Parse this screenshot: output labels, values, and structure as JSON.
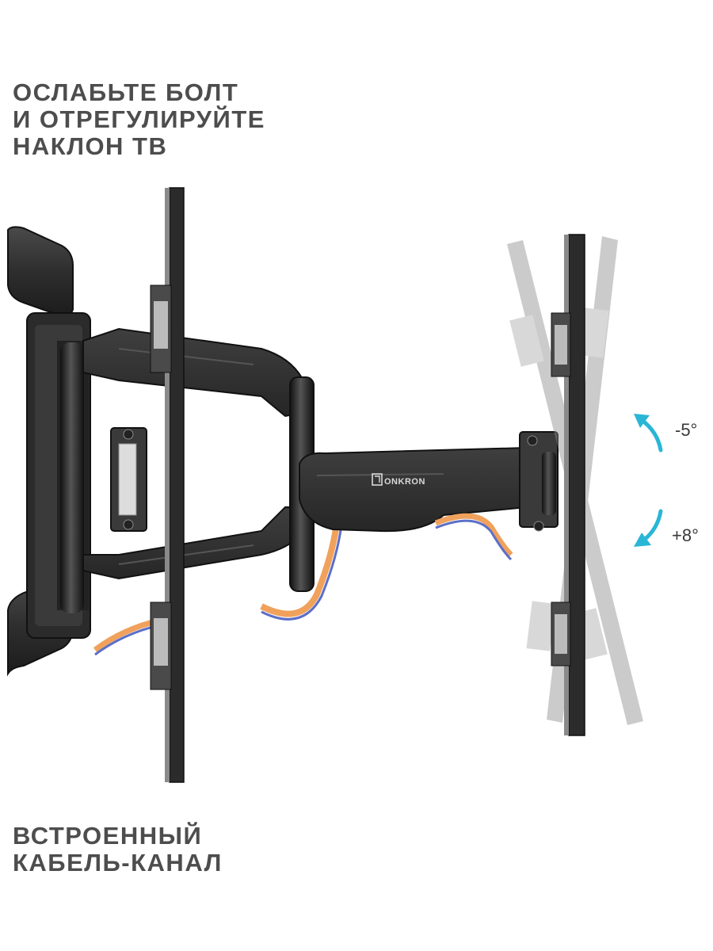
{
  "captions": {
    "top": [
      "ОСЛАБЬТЕ БОЛТ",
      "И ОТРЕГУЛИРУЙТЕ",
      "НАКЛОН ТВ"
    ],
    "bottom": [
      "ВСТРОЕННЫЙ",
      "КАБЕЛЬ-КАНАЛ"
    ]
  },
  "brand": "ONKRON",
  "tilt": {
    "up_label": "-5°",
    "down_label": "+8°",
    "arrow_color": "#2ab6d6"
  },
  "colors": {
    "text": "#4d4d4d",
    "metal_dark": "#2a2a2a",
    "metal_mid": "#3b3b3b",
    "cable_orange": "#f0a15c",
    "cable_blue": "#5b6fc7"
  },
  "icons": [
    "onkron-logo-icon",
    "arrow-up-icon",
    "arrow-down-icon"
  ]
}
